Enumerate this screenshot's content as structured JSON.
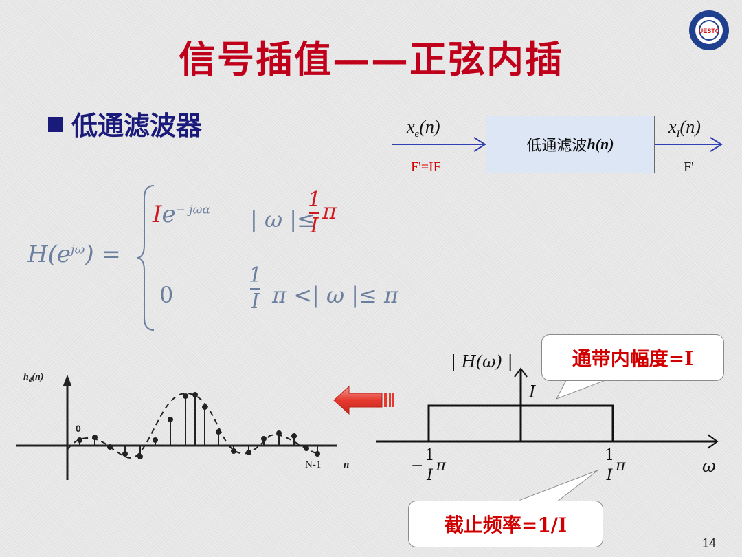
{
  "title": "信号插值——正弦内插",
  "bullet": "低通滤波器",
  "page_number": "14",
  "colors": {
    "title": "#c0001a",
    "bullet": "#1a1a7a",
    "formula": "#6b7f9e",
    "formula_highlight": "#d0161e",
    "arrow": "#2f3fb4",
    "block_fill": "#dde6f4"
  },
  "block_diagram": {
    "input_signal": "x",
    "input_subscript": "e",
    "input_arg": "(n)",
    "output_signal": "x",
    "output_subscript": "I",
    "output_arg": "(n)",
    "filter_label": "低通滤波",
    "filter_symbol": "h(n)",
    "input_rate": "F'=IF",
    "output_rate": "F'"
  },
  "formula": {
    "lhs": "H(e",
    "lhs_sup": "jω",
    "lhs_close": ") =",
    "case1_coef": "I",
    "case1_e": "e",
    "case1_sup": "− jωα",
    "case1_cond_left": "| ω |≤",
    "case1_frac_num": "1",
    "case1_frac_den": "I",
    "case1_pi": "π",
    "case2_value": "0",
    "case2_frac_num": "1",
    "case2_frac_den": "I",
    "case2_cond": "π <| ω |≤ π"
  },
  "impulse_plot": {
    "ylabel": "h",
    "ylabel_sub": "d",
    "ylabel_arg": "(n)",
    "origin_label": "0",
    "end_label": "N-1",
    "xlabel": "n"
  },
  "freq_response": {
    "ylabel": "| H(ω) |",
    "level_label": "I",
    "xlabel": "ω",
    "neg_cut_num": "1",
    "neg_cut_den": "I",
    "neg_sign": "−",
    "pos_cut_num": "1",
    "pos_cut_den": "I",
    "pi": "π"
  },
  "callouts": {
    "passband": "通带内幅度=I",
    "cutoff": "截止频率=1/I"
  }
}
